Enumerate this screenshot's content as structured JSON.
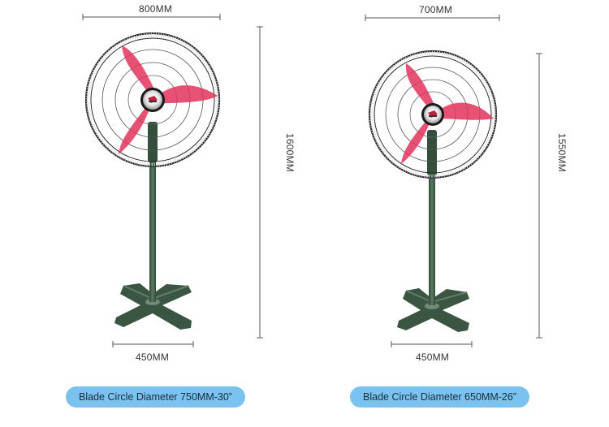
{
  "left_fan": {
    "width_label": "800MM",
    "height_label": "1600MM",
    "base_label": "450MM",
    "caption": "Blade Circle Diameter 750MM-30”",
    "colors": {
      "blade": "#e3325a",
      "stand": "#3e5a45",
      "grille": "#2a2a2a"
    }
  },
  "right_fan": {
    "width_label": "700MM",
    "height_label": "1550MM",
    "base_label": "450MM",
    "caption": "Blade Circle Diameter 650MM-26”",
    "colors": {
      "blade": "#e3325a",
      "stand": "#3e5a45",
      "grille": "#2a2a2a"
    }
  },
  "caption_bg": "#7ac3f0"
}
